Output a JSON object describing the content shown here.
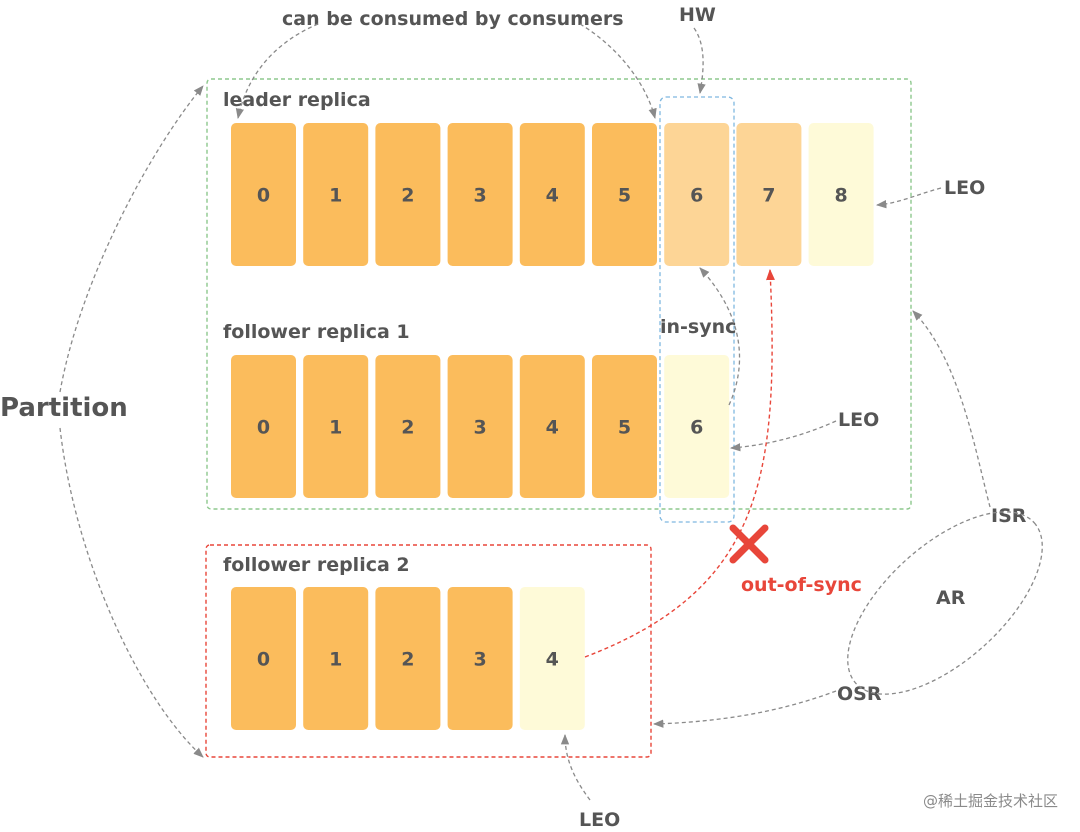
{
  "title": "Partition",
  "annotations": {
    "consumers": "can be consumed by consumers",
    "hw": "HW",
    "in_sync": "in-sync",
    "out_of_sync": "out-of-sync",
    "leo": "LEO",
    "isr": "ISR",
    "ar": "AR",
    "osr": "OSR"
  },
  "replicas": {
    "leader": {
      "label": "leader replica",
      "cells": [
        {
          "text": "0",
          "state": "committed"
        },
        {
          "text": "1",
          "state": "committed"
        },
        {
          "text": "2",
          "state": "committed"
        },
        {
          "text": "3",
          "state": "committed"
        },
        {
          "text": "4",
          "state": "committed"
        },
        {
          "text": "5",
          "state": "committed"
        },
        {
          "text": "6",
          "state": "uncommitted"
        },
        {
          "text": "7",
          "state": "uncommitted"
        },
        {
          "text": "8",
          "state": "next"
        }
      ]
    },
    "follower1": {
      "label": "follower replica 1",
      "cells": [
        {
          "text": "0",
          "state": "committed"
        },
        {
          "text": "1",
          "state": "committed"
        },
        {
          "text": "2",
          "state": "committed"
        },
        {
          "text": "3",
          "state": "committed"
        },
        {
          "text": "4",
          "state": "committed"
        },
        {
          "text": "5",
          "state": "committed"
        },
        {
          "text": "6",
          "state": "next"
        }
      ]
    },
    "follower2": {
      "label": "follower replica 2",
      "cells": [
        {
          "text": "0",
          "state": "committed"
        },
        {
          "text": "1",
          "state": "committed"
        },
        {
          "text": "2",
          "state": "committed"
        },
        {
          "text": "3",
          "state": "committed"
        },
        {
          "text": "4",
          "state": "next"
        }
      ]
    }
  },
  "colors": {
    "committed": "#fbbc5c",
    "uncommitted": "#fdd596",
    "next": "#fefad8",
    "in_sync_box": "#7fb8e0",
    "isr_box": "#8dc88d",
    "osr_box": "#e8463a",
    "out_of_sync": "#e8463a",
    "arrow": "#8a8a8a"
  },
  "watermark": "@稀土掘金技术社区"
}
